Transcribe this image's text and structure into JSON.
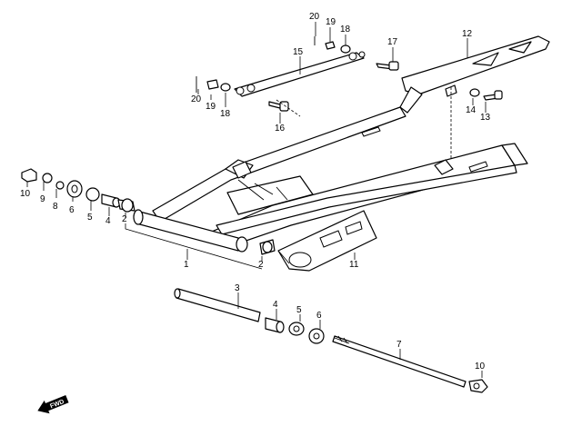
{
  "callouts": {
    "c20a": "20",
    "c19a": "19",
    "c18a": "18",
    "c15": "15",
    "c17": "17",
    "c12": "12",
    "c20b": "20",
    "c19b": "19",
    "c18b": "18",
    "c16": "16",
    "c14": "14",
    "c13": "13",
    "c10a": "10",
    "c9": "9",
    "c8": "8",
    "c6a": "6",
    "c5a": "5",
    "c4a": "4",
    "c2a": "2",
    "c1": "1",
    "c2b": "2",
    "c11": "11",
    "c3": "3",
    "c4b": "4",
    "c5b": "5",
    "c6b": "6",
    "c7": "7",
    "c10b": "10"
  },
  "fwd_label": "FWD"
}
